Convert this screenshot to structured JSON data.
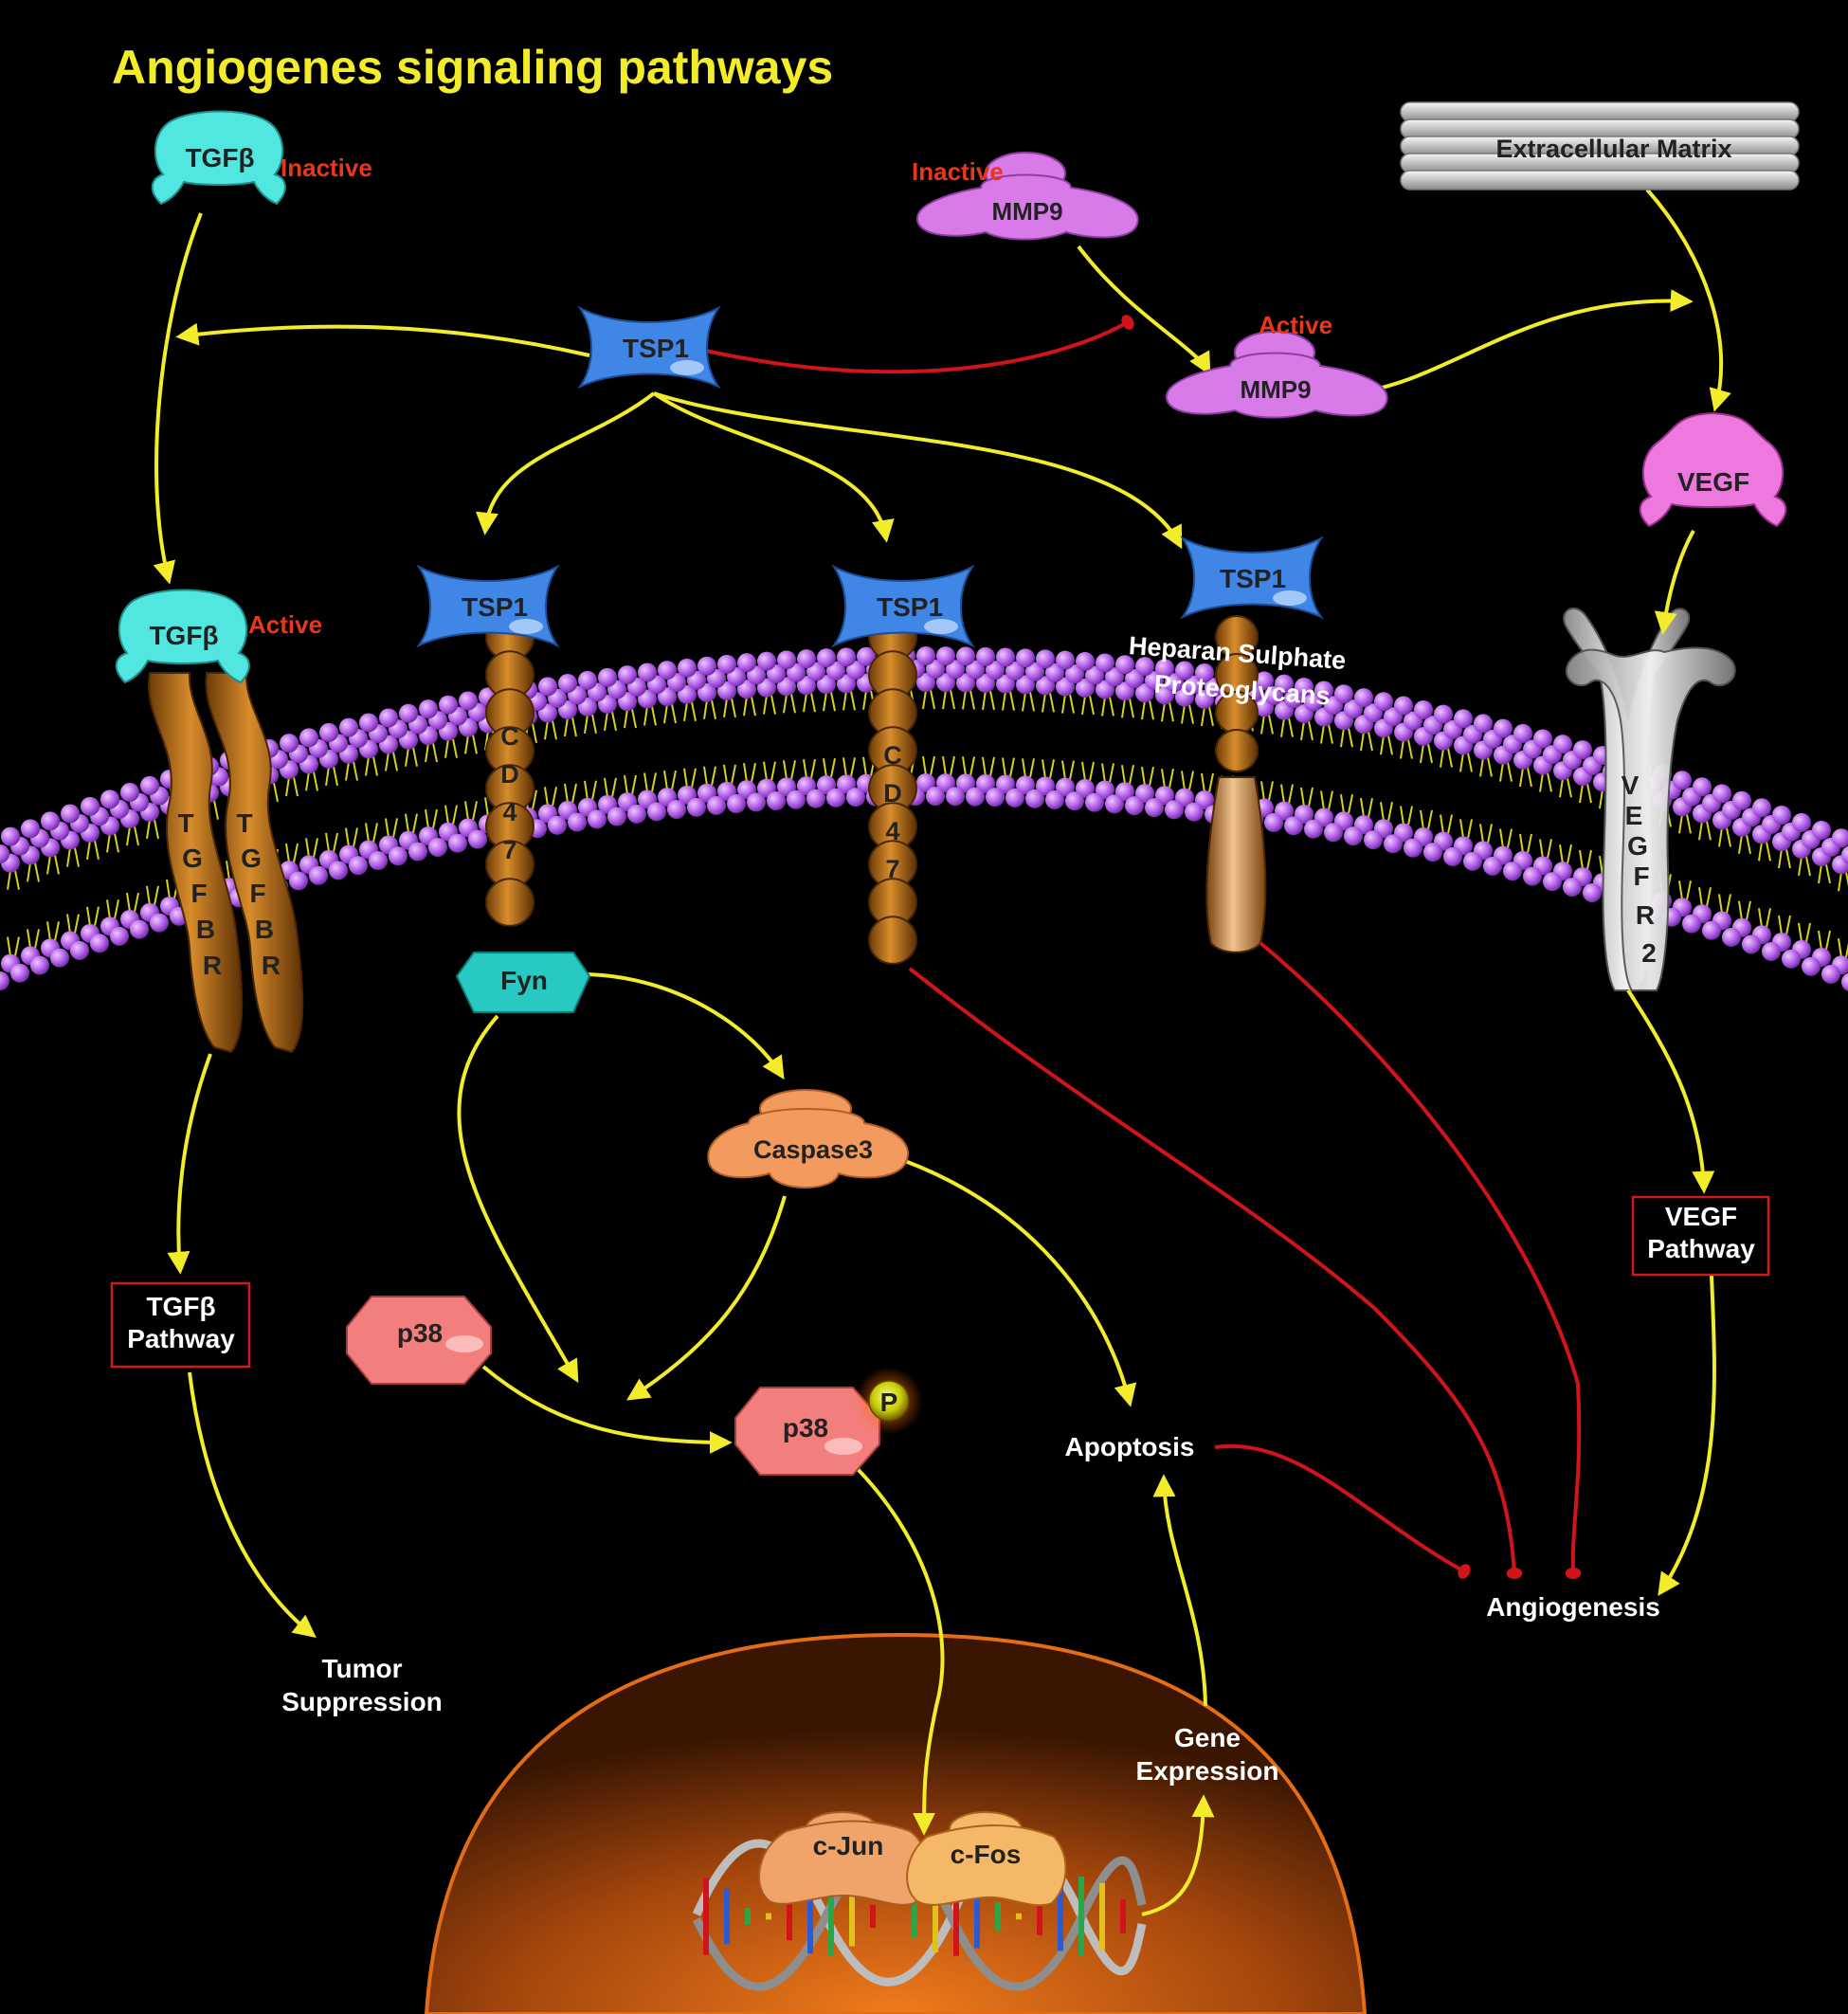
{
  "title": "Angiogenes signaling pathways",
  "colors": {
    "background": "#000000",
    "title": "#f2ec2a",
    "state_label": "#e8371a",
    "activation_arrow": "#f2ec2a",
    "inhibition_arrow": "#d0141a",
    "node_text": "#222222",
    "outcome_text": "#ffffff",
    "pathway_box_border": "#d01a1a",
    "membrane_head": "#b15ee8",
    "tsp1": "#3f86e6",
    "tgfb": "#52e6e1",
    "mmp9": "#d87be8",
    "vegf": "#ee79de",
    "fyn": "#27c9c2",
    "caspase3": "#f39a5e",
    "p38": "#f27f7d",
    "receptor": "#b96b14",
    "vegfr2": "#bdbdbd",
    "nucleus": "#c45d10",
    "phospho": "#e2e80e"
  },
  "nodes": {
    "tgfb_inactive": {
      "label": "TGFβ",
      "state": "Inactive"
    },
    "tgfb_active": {
      "label": "TGFβ",
      "state": "Active"
    },
    "mmp9_inactive": {
      "label": "MMP9",
      "state": "Inactive"
    },
    "mmp9_active": {
      "label": "MMP9",
      "state": "Active"
    },
    "ecm": {
      "label": "Extracellular Matrix"
    },
    "vegf": {
      "label": "VEGF"
    },
    "tsp1_free": {
      "label": "TSP1"
    },
    "tsp1_cd47a": {
      "label": "TSP1"
    },
    "tsp1_cd47b": {
      "label": "TSP1"
    },
    "tsp1_hspg": {
      "label": "TSP1"
    },
    "hspg": {
      "line1": "Heparan Sulphate",
      "line2": "Proteoglycans"
    },
    "tgfbr_left": {
      "letters": [
        "T",
        "G",
        "F",
        "B",
        "R"
      ]
    },
    "tgfbr_right": {
      "letters": [
        "T",
        "G",
        "F",
        "B",
        "R"
      ]
    },
    "cd47a": {
      "letters": [
        "C",
        "D",
        "4",
        "7"
      ]
    },
    "cd47b": {
      "letters": [
        "C",
        "D",
        "4",
        "7"
      ]
    },
    "vegfr2": {
      "letters": [
        "V",
        "E",
        "G",
        "F",
        "R",
        "2"
      ]
    },
    "fyn": {
      "label": "Fyn"
    },
    "caspase3": {
      "label": "Caspase3"
    },
    "p38": {
      "label": "p38"
    },
    "p38_phos": {
      "label": "p38",
      "phospho": "P"
    },
    "cjun": {
      "label": "c-Jun"
    },
    "cfos": {
      "label": "c-Fos"
    }
  },
  "pathway_boxes": {
    "tgfb_pathway": {
      "line1": "TGFβ",
      "line2": "Pathway"
    },
    "vegf_pathway": {
      "line1": "VEGF",
      "line2": "Pathway"
    }
  },
  "outcomes": {
    "apoptosis": {
      "label": "Apoptosis"
    },
    "angiogenesis": {
      "label": "Angiogenesis"
    },
    "tumor_suppression": {
      "line1": "Tumor",
      "line2": "Suppression"
    },
    "gene_expression": {
      "line1": "Gene",
      "line2": "Expression"
    }
  },
  "edges": [
    {
      "from": "tgfb_inactive",
      "to": "tgfb_active",
      "type": "activation"
    },
    {
      "from": "tsp1_free",
      "to": "tgfb_activation",
      "type": "activation"
    },
    {
      "from": "tsp1_free",
      "to": "mmp9_inactive",
      "type": "inhibition"
    },
    {
      "from": "mmp9_inactive",
      "to": "mmp9_active",
      "type": "activation"
    },
    {
      "from": "mmp9_active",
      "to": "ecm_vegf_release",
      "type": "activation"
    },
    {
      "from": "ecm",
      "to": "vegf",
      "type": "activation"
    },
    {
      "from": "vegf",
      "to": "vegfr2",
      "type": "activation"
    },
    {
      "from": "tsp1_free",
      "to": "tsp1_cd47a",
      "type": "activation"
    },
    {
      "from": "tsp1_free",
      "to": "tsp1_cd47b",
      "type": "activation"
    },
    {
      "from": "tsp1_free",
      "to": "tsp1_hspg",
      "type": "activation"
    },
    {
      "from": "tgfbr",
      "to": "tgfb_pathway",
      "type": "activation"
    },
    {
      "from": "tgfb_pathway",
      "to": "tumor_suppression",
      "type": "activation"
    },
    {
      "from": "fyn",
      "to": "caspase3",
      "type": "activation"
    },
    {
      "from": "fyn",
      "to": "p38_activation",
      "type": "activation"
    },
    {
      "from": "caspase3",
      "to": "p38_activation",
      "type": "activation"
    },
    {
      "from": "caspase3",
      "to": "apoptosis",
      "type": "activation"
    },
    {
      "from": "p38",
      "to": "p38_phos",
      "type": "activation"
    },
    {
      "from": "p38_phos",
      "to": "cjun",
      "type": "activation"
    },
    {
      "from": "cfos",
      "to": "gene_expression",
      "type": "activation"
    },
    {
      "from": "gene_expression",
      "to": "apoptosis",
      "type": "activation"
    },
    {
      "from": "apoptosis",
      "to": "angiogenesis",
      "type": "inhibition"
    },
    {
      "from": "cd47b",
      "to": "angiogenesis",
      "type": "inhibition"
    },
    {
      "from": "hspg",
      "to": "angiogenesis",
      "type": "inhibition"
    },
    {
      "from": "vegfr2",
      "to": "vegf_pathway",
      "type": "activation"
    },
    {
      "from": "vegf_pathway",
      "to": "angiogenesis",
      "type": "activation"
    }
  ]
}
